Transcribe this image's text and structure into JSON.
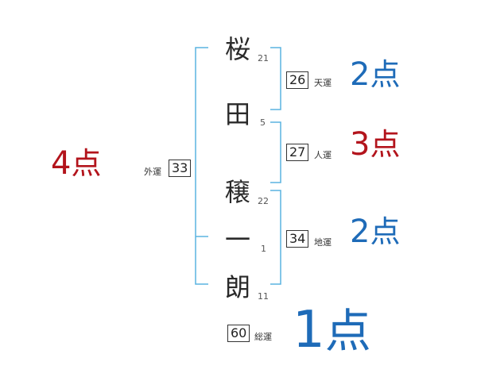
{
  "name_chars": [
    {
      "char": "桜",
      "strokes": "21"
    },
    {
      "char": "田",
      "strokes": "5"
    },
    {
      "char": "穣",
      "strokes": "22"
    },
    {
      "char": "一",
      "strokes": "1"
    },
    {
      "char": "朗",
      "strokes": "11"
    }
  ],
  "fortunes": {
    "ten": {
      "label": "天運",
      "value": "26",
      "score": "2",
      "unit": "点",
      "color": "#1e6bb8"
    },
    "jin": {
      "label": "人運",
      "value": "27",
      "score": "3",
      "unit": "点",
      "color": "#b3141c"
    },
    "chi": {
      "label": "地運",
      "value": "34",
      "score": "2",
      "unit": "点",
      "color": "#1e6bb8"
    },
    "gai": {
      "label": "外運",
      "value": "33",
      "score": "4",
      "unit": "点",
      "color": "#b3141c"
    },
    "so": {
      "label": "総運",
      "value": "60",
      "score": "1",
      "unit": "点",
      "color": "#1e6bb8"
    }
  },
  "colors": {
    "bracket": "#5ab4e0"
  }
}
